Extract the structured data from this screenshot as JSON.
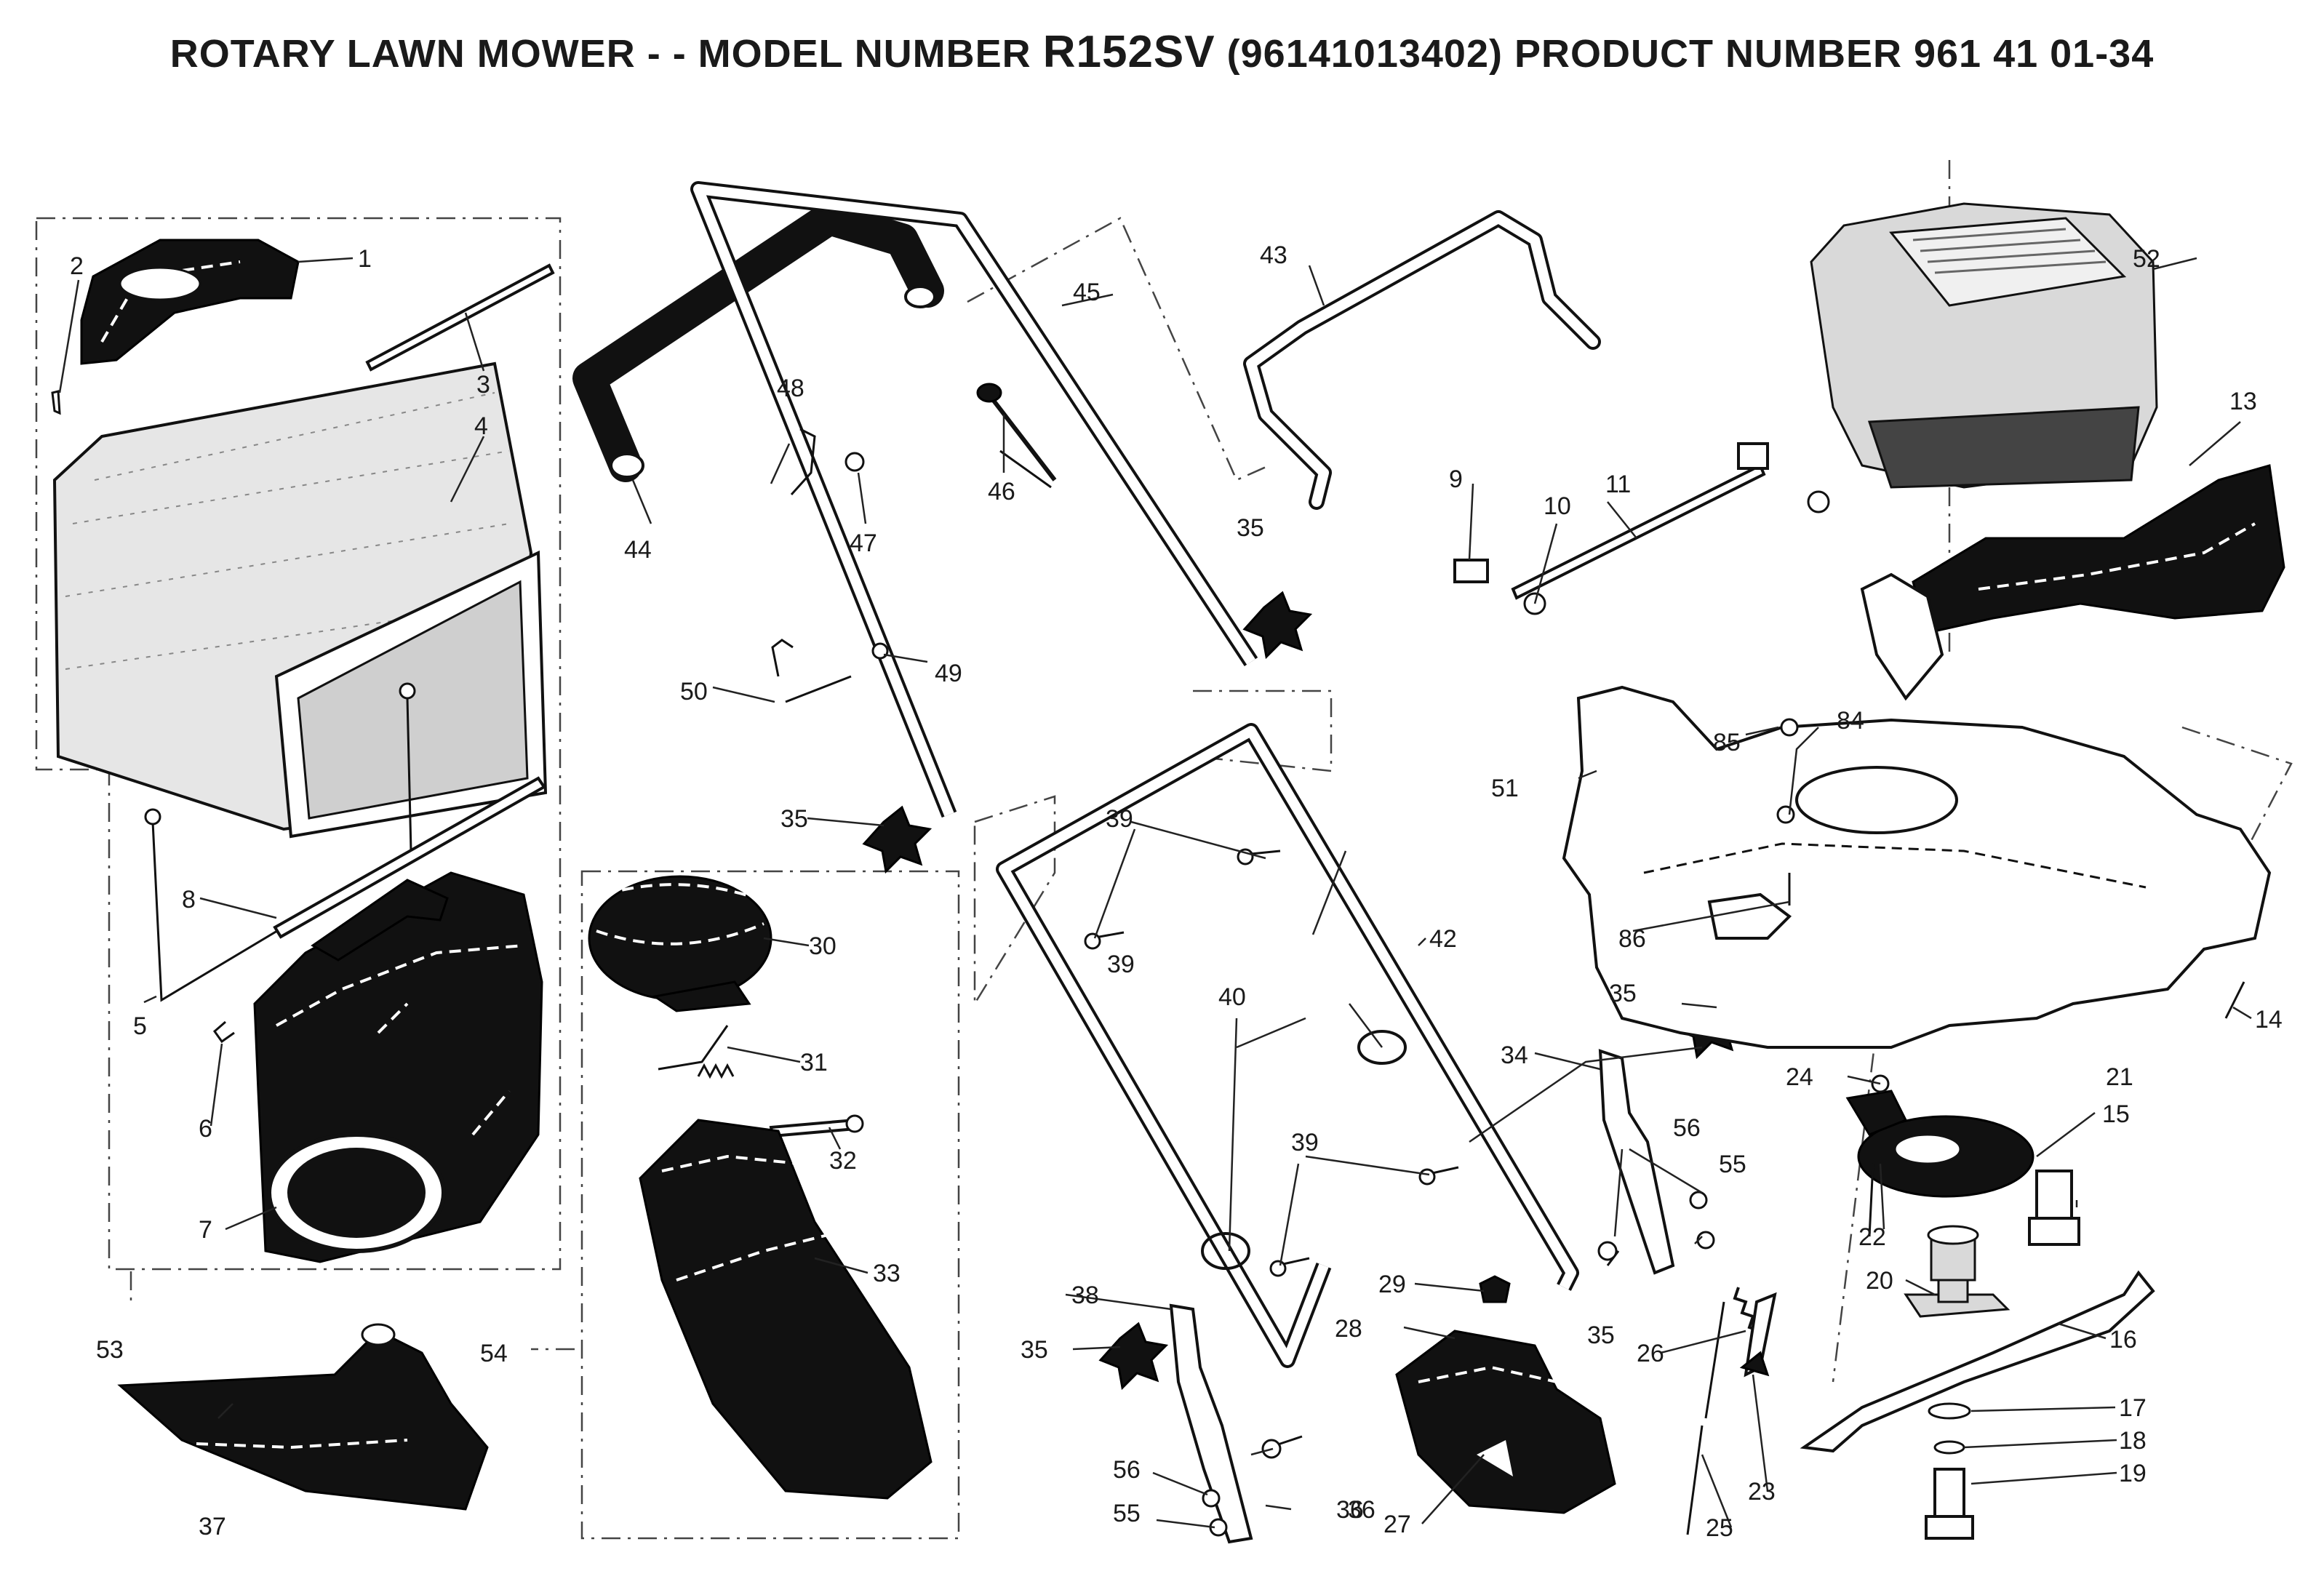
{
  "title": {
    "prefix": "ROTARY LAWN MOWER - - MODEL NUMBER",
    "model": "R152SV",
    "suffix": "(96141013402) PRODUCT NUMBER 961 41 01-34"
  },
  "callouts": [
    "1",
    "2",
    "3",
    "4",
    "5",
    "6",
    "7",
    "8",
    "9",
    "10",
    "11",
    "13",
    "14",
    "15",
    "16",
    "17",
    "18",
    "19",
    "20",
    "21",
    "22",
    "23",
    "24",
    "25",
    "26",
    "27",
    "28",
    "29",
    "30",
    "31",
    "32",
    "33",
    "34",
    "35",
    "35",
    "35",
    "35",
    "35",
    "36",
    "36",
    "37",
    "38",
    "39",
    "39",
    "39",
    "40",
    "42",
    "43",
    "44",
    "45",
    "46",
    "47",
    "48",
    "49",
    "50",
    "51",
    "52",
    "53",
    "54",
    "55",
    "55",
    "56",
    "56",
    "84",
    "85",
    "86"
  ]
}
